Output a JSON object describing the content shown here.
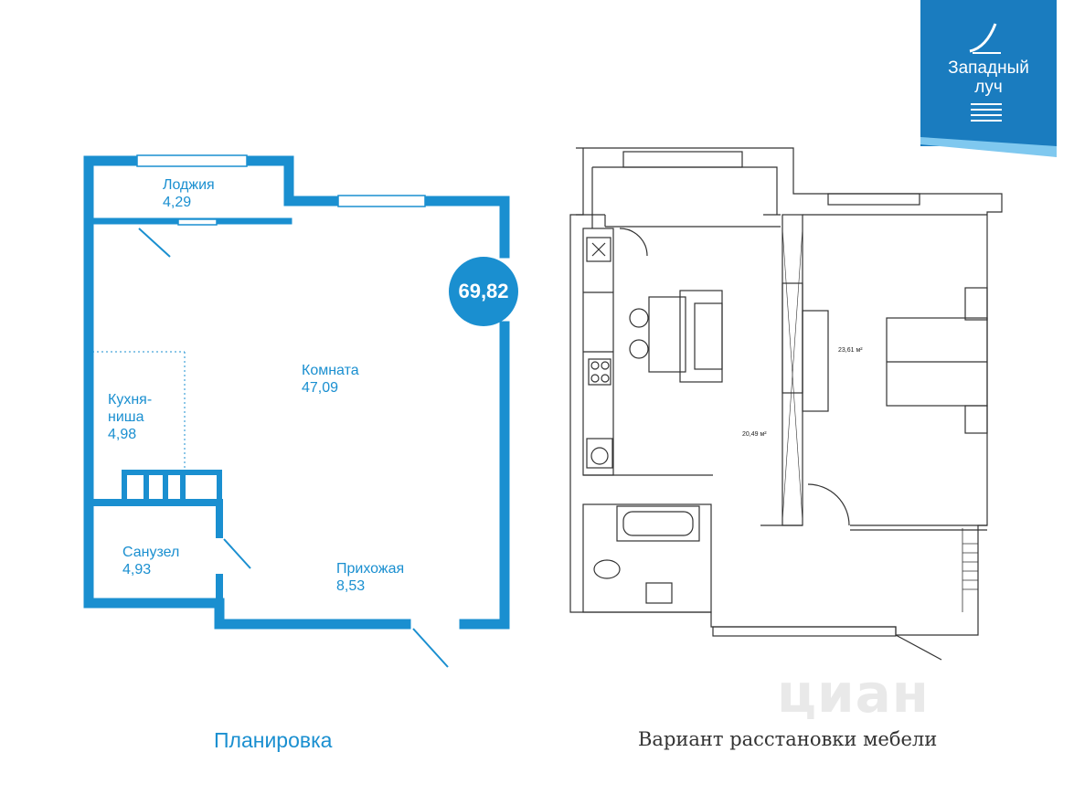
{
  "logo": {
    "line1": "Западный",
    "line2": "луч"
  },
  "plan": {
    "total_area": "69,82",
    "rooms": [
      {
        "name": "Лоджия",
        "area": "4,29"
      },
      {
        "name": "Комната",
        "area": "47,09"
      },
      {
        "name": "Кухня-",
        "name2": "ниша",
        "area": "4,98"
      },
      {
        "name": "Санузел",
        "area": "4,93"
      },
      {
        "name": "Прихожая",
        "area": "8,53"
      }
    ]
  },
  "furniture": {
    "area_left": "20,49 м²",
    "area_right": "23,61 м²"
  },
  "captions": {
    "left": "Планировка",
    "right": "Вариант расстановки мебели"
  },
  "watermark": "циан",
  "colors": {
    "brand_blue": "#1a8fd0",
    "logo_blue": "#1a7cbf",
    "light_blue": "#7fc8ef"
  }
}
